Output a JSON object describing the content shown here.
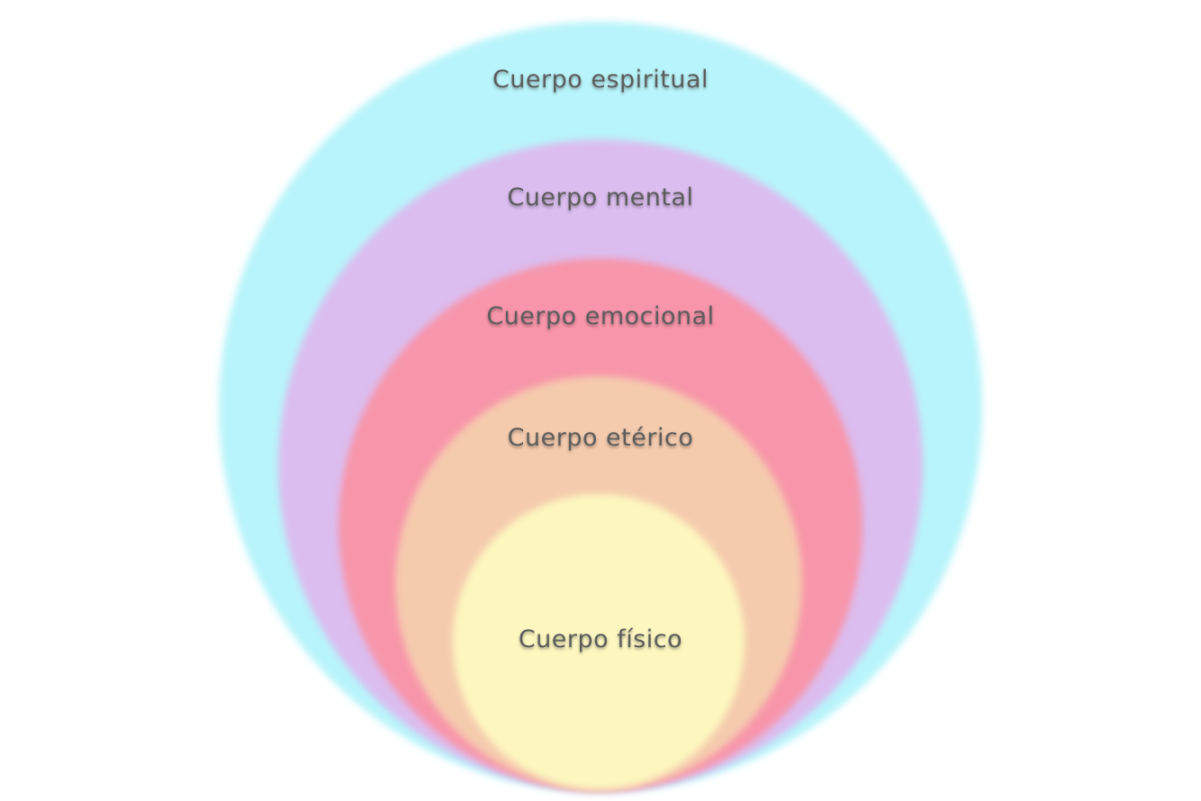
{
  "diagram": {
    "layers": [
      {
        "id": "espiritual",
        "label": "Cuerpo espiritual",
        "color": "#b8f4fb"
      },
      {
        "id": "mental",
        "label": "Cuerpo mental",
        "color": "#dbbdef"
      },
      {
        "id": "emocional",
        "label": "Cuerpo emocional",
        "color": "#f895aa"
      },
      {
        "id": "eterico",
        "label": "Cuerpo etérico",
        "color": "#f5cbad"
      },
      {
        "id": "fisico",
        "label": "Cuerpo físico",
        "color": "#fdf7bf"
      }
    ]
  }
}
